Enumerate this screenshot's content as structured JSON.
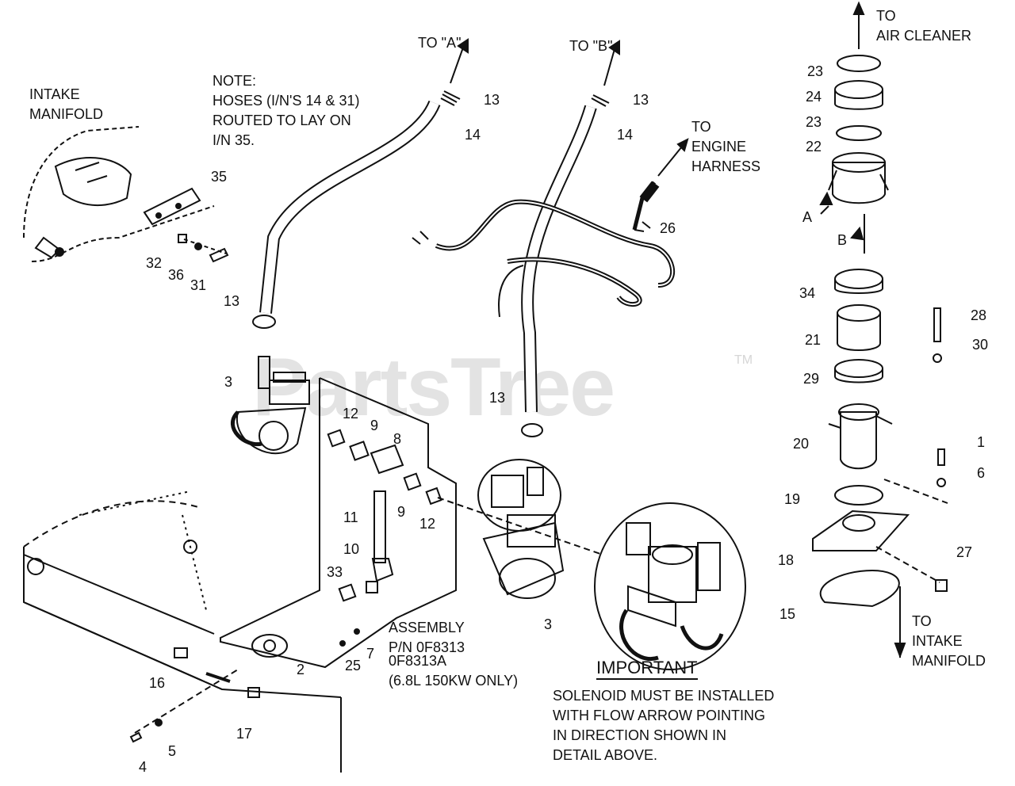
{
  "watermark": "PartsTree",
  "trademark": "TM",
  "labels": {
    "to_a": "TO \"A\"",
    "to_b": "TO \"B\"",
    "to_air_cleaner": "TO\nAIR CLEANER",
    "intake_manifold": "INTAKE\nMANIFOLD",
    "note": "NOTE:\nHOSES (I/N'S 14 & 31)\nROUTED TO LAY ON\nI/N 35.",
    "to_engine_harness": "TO\nENGINE\nHARNESS",
    "to_intake_manifold": "TO\nINTAKE\nMANIFOLD",
    "assembly": "ASSEMBLY\nP/N 0F8313",
    "assembly_alt": "0F8313A\n(6.8L 150KW ONLY)",
    "important_heading": "IMPORTANT",
    "important_text": "SOLENOID MUST BE INSTALLED\nWITH FLOW ARROW POINTING\nIN DIRECTION SHOWN IN\nDETAIL ABOVE.",
    "arrow_a": "A",
    "arrow_b": "B"
  },
  "callouts": {
    "c13a": "13",
    "c14a": "14",
    "c13b": "13",
    "c14b": "14",
    "c35": "35",
    "c32": "32",
    "c36": "36",
    "c31": "31",
    "c13c": "13",
    "c26": "26",
    "c3a": "3",
    "c12a": "12",
    "c9a": "9",
    "c8": "8",
    "c13d": "13",
    "c11": "11",
    "c9b": "9",
    "c12b": "12",
    "c10": "10",
    "c33": "33",
    "c3b": "3",
    "c2": "2",
    "c25": "25",
    "c7": "7",
    "c16": "16",
    "c17": "17",
    "c5": "5",
    "c4": "4",
    "c23a": "23",
    "c24": "24",
    "c23b": "23",
    "c22": "22",
    "c34": "34",
    "c28": "28",
    "c21": "21",
    "c30": "30",
    "c29": "29",
    "c20": "20",
    "c1": "1",
    "c6": "6",
    "c19": "19",
    "c27": "27",
    "c18": "18",
    "c15": "15"
  }
}
